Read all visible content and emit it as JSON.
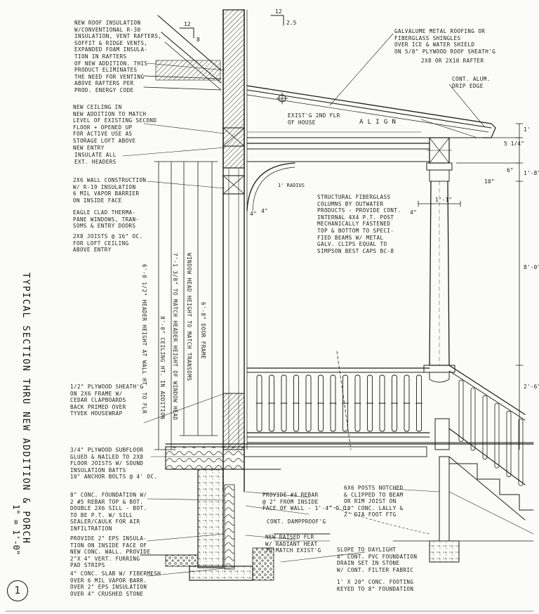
{
  "title": "TYPICAL SECTION THRU NEW ADDITION & PORCH",
  "scale": "1\" = 1'-0\"",
  "sheet_number": "1",
  "notes": {
    "roof_insulation": "NEW ROOF INSULATION\nW/CONVENTIONAL R-30\nINSULATION, VENT RAFTERS,\nSOFFIT & RIDGE VENTS,\nEXPANDED FOAM INSULA-\nTION IN RAFTERS\nOF NEW ADDITION. THIS\nPRODUCT ELIMINATES\nTHE NEED FOR VENTING\nABOVE RAFTERS PER\nPROD. ENERGY CODE",
    "ceiling": "NEW CEILING IN\nNEW ADDITION TO MATCH\nLEVEL OF EXISTING SECOND\nFLOOR + OPENED UP\nFOR ACTIVE USE AS\nSTORAGE LOFT ABOVE\nNEW ENTRY",
    "insulate_headers": "INSULATE ALL\nEXT. HEADERS",
    "wall_construction": "2X6 WALL CONSTRUCTION\nW/ R-19 INSULATION\n6 MIL VAPOR BARRIER\nON INSIDE FACE",
    "windows": "EAGLE CLAD THERMA-\nPANE WINDOWS, TRAN-\nSOMS & ENTRY DOORS",
    "joists": "2X8 JOISTS @ 16\" OC.\nFOR LOFT CEILING\nABOVE ENTRY",
    "sheathing": "1/2\" PLYWOOD SHEATH'G\nON 2X6 FRAME W/\nCEDAR CLAPBOARDS\nBACK PRIMED OVER\nTYVEK HOUSEWRAP",
    "floor": "3/4\" PLYWOOD SUBFLOOR\nGLUED & NAILED TO 2X8\nFLOOR JOISTS W/ SOUND\nINSULATION BATTS\n10\" ANCHOR BOLTS @ 4' OC.",
    "foundation": "8\" CONC. FOUNDATION W/\n2 #5 REBAR TOP & BOT.\nDOUBLE 2X6 SILL - BOT.\nTO BE P.T. W/ SILL\nSEALER/CAULK FOR AIR\nINFILTRATION",
    "eps": "PROVIDE 2\" EPS INSULA-\nTION ON INSIDE FACE OF\nNEW CONC. WALL. PROVIDE\n2\"X 4\" VERT. FURRING\nPAD STRIPS",
    "slab": "4\" CONC. SLAB W/ FIBERMESH\nOVER 6 MIL VAPOR BARR.\nOVER 2\" EPS INSULATION\nOVER 4\" CRUSHED STONE",
    "galvalume": "GALVALUME METAL ROOFING OR\nFIBERGLASS SHINGLES\nOVER ICE & WATER SHIELD\nON 5/8\" PLYWOOD ROOF SHEATH'G",
    "rafter": "2X8 OR 2X10 RAFTER",
    "drip": "CONT. ALUM.\nDRIP EDGE",
    "existing_floor": "EXIST'G 2ND FLR\nOF HOUSE",
    "align": "A L I G N",
    "columns": "STRUCTURAL FIBERGLASS\nCOLUMNS BY OUTWATER\nPRODUCTS - PROVIDE CONT.\nINTERNAL 4X4 P.T. POST\nMECHANICALLY FASTENED\nTOP & BOTTOM TO SPECI-\nFIED BEAMS W/ METAL\nGALV. CLIPS EQUAL TO\nSIMPSON BEST CAPS BC-8",
    "rebar": "PROVIDE #4 REBAR\n@ 2\" FROM INSIDE\nFACE OF WALL - 1'-4\" O.C.",
    "damp": "CONT. DAMPPROOF'G",
    "new_floor": "NEW RAISED FLR\nW/ RADIANT HEAT\nTO MATCH EXIST'G",
    "posts": "6X6 POSTS NOTCHED\n& CLIPPED TO BEAM\nOR RIM JOIST ON\n10\" CONC. LALLY &\n2' DIA FOOT FTG",
    "daylight": "SLOPE TO DAYLIGHT\n4\" CONT. PVC FOUNDATION\nDRAIN SET IN STONE\nW/ CONT. FILTER FABRIC",
    "footing": "1' X 20\" CONC. FOOTING\nKEYED TO 8\" FOUNDATION"
  },
  "vertical_notes": {
    "header_height": "6'-0 1/2\" HEADER HEIGHT AT WALL HT. TO FLR",
    "match_header": "7'-1 3/8\" TO MATCH HEADER HEIGHT OF WINDOW HEAD",
    "window_head": "WINDOW HEAD HEIGHT TO MATCH TRANSOMS",
    "door_frame": "6'-8\" DOOR FRAME",
    "ceiling_ht": "8'-0\" CEILING HT. IN ADDITION"
  },
  "dimensions": {
    "pitch_left_rise": "12",
    "pitch_left_run": "8",
    "pitch_right_rise": "12",
    "pitch_right_run": "2.5",
    "radius": "1' RADIUS",
    "left_4": "4\"",
    "col_1_1": "1'-1\"",
    "col_4": "4\"",
    "right_5_1": "5 1/4\"",
    "right_6": "6\"",
    "right_10": "10\"",
    "right_8_0": "8'-0\"",
    "right_2_6": "2'-6\"",
    "fascia_1": "1'",
    "header_1_8": "1'-8\"",
    "porch_4": "4\""
  },
  "colors": {
    "ink": "#1c1c1c",
    "paper": "#fbfbf9",
    "hatch": "#3a3a3a"
  }
}
